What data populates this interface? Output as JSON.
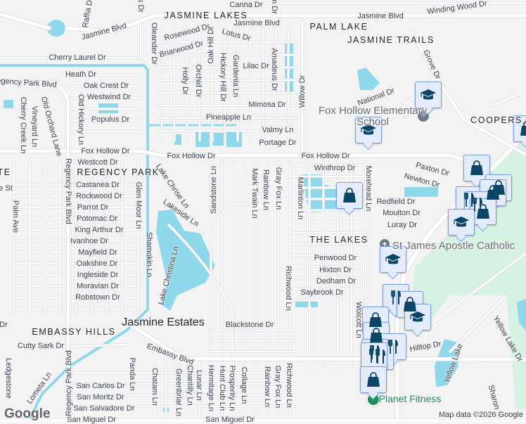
{
  "map": {
    "colors": {
      "background": "#f4f3f3",
      "road": "#ffffff",
      "road_edge": "#d5dbe2",
      "water": "#8fd8ec",
      "park": "#d6f2e2",
      "marker_fill": "#e4ecfc",
      "marker_border": "#7a9de2",
      "marker_icon": "#0d4566"
    },
    "neighborhoods": [
      "JASMINE LAKES",
      "PALM LAKE",
      "JASMINE TRAILS",
      "COOPERS",
      "REGENCY PARK",
      "THE LAKES",
      "EMBASSY HILLS",
      "TE"
    ],
    "city": "Jasmine Estates",
    "streets": [
      "Canna Dr",
      "Winding Wood Dr",
      "Jasmine Blvd",
      "Jasmine Blvd",
      "Jasmine Blvd",
      "Rosewood Dr",
      "Briarwood Dr",
      "Lotus Dr",
      "Cherry Laurel Dr",
      "Lilac Dr",
      "Heath Dr",
      "egency Park Blvd",
      "Oak Crest Dr",
      "Westwind Dr",
      "Mimosa Dr",
      "Populus Dr",
      "Pineapple Ln",
      "National Dr",
      "Valmy Ln",
      "Portage Dr",
      "Fox Hollow Dr",
      "Fox Hollow Dr",
      "Fox Hollow Dr",
      "Westcott Dr",
      "Winthrop Dr",
      "Paxton Dr",
      "Newton Dr",
      "Castanea Dr",
      "Rockwood Dr",
      "Parrot Dr",
      "Redfield Dr",
      "Moulton Dr",
      "Potomac Dr",
      "Luray Dr",
      "King Arthur Dr",
      "Ivanhoe Dr",
      "Mayfield Dr",
      "Penwood Dr",
      "Oakshire Dr",
      "Hixton Dr",
      "Ingleside Dr",
      "Dedham Dr",
      "Moravian Dr",
      "Saybrook Dr",
      "Robstown Dr",
      "Blackstone Dr",
      "Cutty Sark Dr",
      "Embassy Blvd",
      "Hilltop Dr",
      "San Carlos Dr",
      "San Moritz Dr",
      "San Salvadore Dr",
      "San Miguel Dr",
      "San Miguel Dr",
      "Yellow Lake",
      "Yellow Lake Dr",
      "Sharon Dr",
      "Raffia Dr",
      "s Dr",
      "Oleander Dr",
      "Oak Hill Dr",
      "Hickory Hill Dr",
      "Gardenia Ln",
      "Holly Dr",
      "Orchid Dr",
      "Amadeus Dr",
      "Willow Dr",
      "m Dr",
      "Cherry Creek Ln",
      "Vineyard Ln",
      "Old Orchard Lane",
      "Old Hickory Ln",
      "Regency Park Blvd",
      "Glen Moor Ln",
      "Lake Chrise Ln",
      "Lakeside Ln",
      "Sandstone Ln",
      "Mark Twain Ln",
      "Rainbow Ln",
      "Gray Fox Ln",
      "Marlinton Ln",
      "Morehead Ln",
      "Palm Ave",
      "Shamokin Ln",
      "Lake Christina Ln",
      "Richwood Ln",
      "Wolcott Ln",
      "Regency Park Blvd",
      "Ledgestone",
      "Lometa Ln",
      "Panda Ln",
      "Chatam Ln",
      "Greenbriar Ln",
      "Chantilly Ln",
      "Lunar Ln",
      "Hermitage Ln",
      "Hunt Club Ln",
      "Prosperity Ln",
      "Collage Ln",
      "Rainbow Ln",
      "Gray Fox Ln",
      "Richwood Ln",
      "Grove Dr",
      "e St",
      "Dr"
    ],
    "pois": [
      "Fox Hollow Elementary School",
      "St James Apostle Catholic",
      "Planet Fitness"
    ],
    "markers": [
      "school",
      "school",
      "shopping",
      "shopping",
      "shopping",
      "shopping",
      "restaurant",
      "shopping",
      "restaurant",
      "shopping",
      "school",
      "school",
      "restaurant",
      "shopping",
      "school",
      "shopping",
      "shopping",
      "restaurant",
      "restaurant",
      "restaurant",
      "restaurant",
      "shopping"
    ],
    "google_logo": "Google",
    "attribution": "Map data ©2026 Google"
  }
}
